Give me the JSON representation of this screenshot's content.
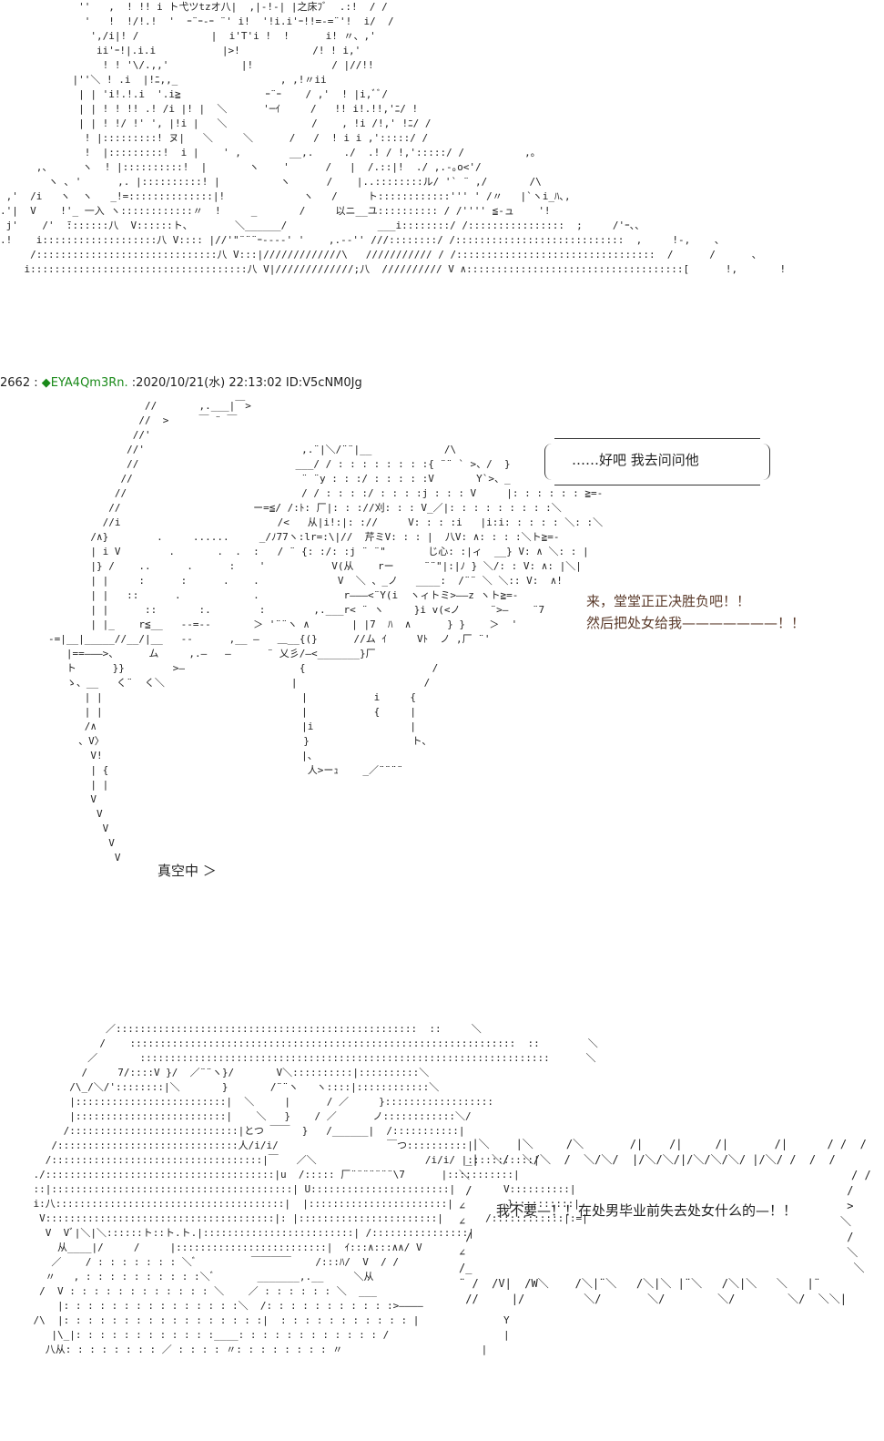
{
  "post": {
    "number": "2662",
    "separator": ":",
    "diamond": "◆",
    "name": "EYA4Qm3Rn.",
    "datetime": ":2020/10/21(水) 22:13:02",
    "id": "ID:V5cNM0Jg"
  },
  "bubble_top_right": "……好吧  我去问问他",
  "speech_challenge_line1": "来，堂堂正正决胜负吧！！",
  "speech_challenge_line2": "然后把处女给我———————！！",
  "vacuum_label": "真空中 ＞",
  "shout_text": "我不要—！！在处男毕业前失去处女什么的—！！"
}
